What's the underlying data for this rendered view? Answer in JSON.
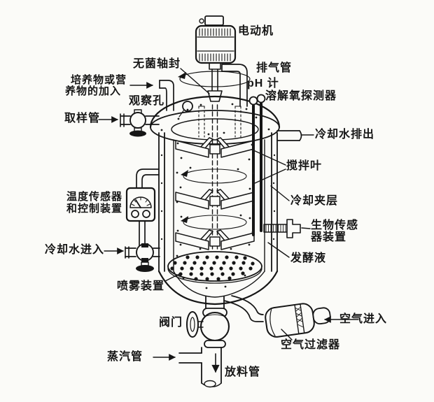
{
  "diagram": {
    "labels": {
      "motor": "电动机",
      "sterile_shaft_seal": "无菌轴封",
      "exhaust_pipe": "排气管",
      "nutrient_inlet_line1": "培养物或营",
      "nutrient_inlet_line2": "养物的加入",
      "observation_port": "观察孔",
      "ph_meter": "pH 计",
      "dissolved_oxygen_probe": "溶解氧探测器",
      "sampling_tube": "取样管",
      "cooling_water_outlet": "冷却水排出",
      "stirring_blades": "搅拌叶",
      "temperature_sensor_line1": "温度传感器",
      "temperature_sensor_line2": "和控制装置",
      "cooling_jacket": "冷却夹层",
      "biosensor_line1": "生物传感",
      "biosensor_line2": "器装置",
      "cooling_water_inlet": "冷却水进入",
      "fermentation_broth": "发酵液",
      "spray_device": "喷雾装置",
      "valve": "阀门",
      "air_inlet": "空气进入",
      "air_filter": "空气过滤器",
      "steam_pipe": "蒸汽管",
      "discharge_pipe": "放料管"
    },
    "colors": {
      "ink": "#161616",
      "paper": "#fbfbf8"
    }
  }
}
